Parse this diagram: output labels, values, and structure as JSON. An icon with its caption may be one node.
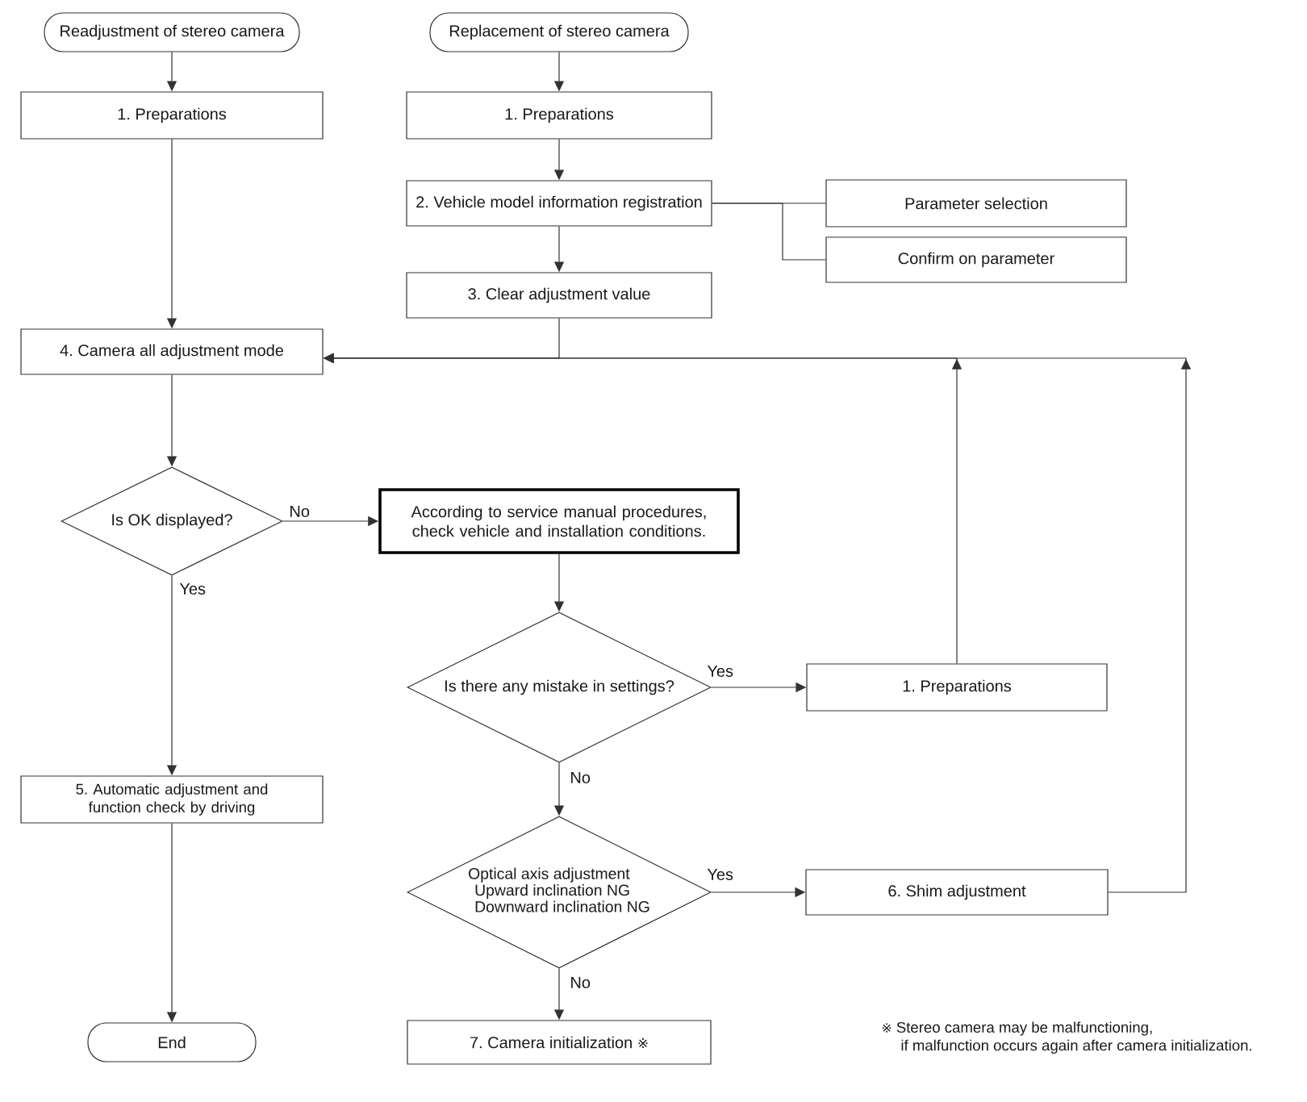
{
  "diagram": {
    "nodes": [
      {
        "text": [
          "Readjustment of stereo camera"
        ]
      },
      {
        "text": [
          "Replacement of stereo camera"
        ]
      },
      {
        "text": [
          "1. Preparations"
        ]
      },
      {
        "text": [
          "1. Preparations"
        ]
      },
      {
        "text": [
          "2. Vehicle model information registration"
        ]
      },
      {
        "text": [
          "Parameter selection"
        ]
      },
      {
        "text": [
          "Confirm on parameter"
        ]
      },
      {
        "text": [
          "3. Clear adjustment value"
        ]
      },
      {
        "text": [
          "4. Camera all adjustment mode"
        ]
      },
      {
        "text": [
          "Is OK displayed?"
        ]
      },
      {
        "text": [
          "According to service manual procedures, check vehicle and installation conditions."
        ]
      },
      {
        "text": [
          "Is there any mistake in settings?"
        ]
      },
      {
        "text": [
          "1. Preparations"
        ]
      },
      {
        "text": [
          "5. Automatic adjustment and function check by driving"
        ]
      },
      {
        "text": [
          "Optical axis adjustment",
          "Upward inclination NG",
          "Downward inclination NG"
        ]
      },
      {
        "text": [
          "6. Shim adjustment"
        ]
      },
      {
        "text": [
          "End"
        ]
      },
      {
        "text": [
          "7. Camera initialization ※"
        ]
      }
    ],
    "edges": [
      {
        "from": 0,
        "to": 2,
        "arrow": "to"
      },
      {
        "from": 1,
        "to": 3,
        "arrow": "to"
      },
      {
        "from": 3,
        "to": 4,
        "arrow": "to"
      },
      {
        "from": 4,
        "to": 5,
        "arrow": "none"
      },
      {
        "from": 4,
        "to": 6,
        "arrow": "none"
      },
      {
        "from": 4,
        "to": 7,
        "arrow": "to"
      },
      {
        "from": 2,
        "to": 8,
        "arrow": "to"
      },
      {
        "from": 7,
        "to": 8,
        "arrow": "to"
      },
      {
        "from": 12,
        "to": 8,
        "arrow": "to"
      },
      {
        "from": 15,
        "to": 8,
        "arrow": "to"
      },
      {
        "from": 8,
        "to": 9,
        "arrow": "to"
      },
      {
        "from": 9,
        "to": 10,
        "arrow": "to",
        "label": "No"
      },
      {
        "from": 9,
        "to": 13,
        "arrow": "to",
        "label": "Yes"
      },
      {
        "from": 10,
        "to": 11,
        "arrow": "to"
      },
      {
        "from": 11,
        "to": 12,
        "arrow": "to",
        "label": "Yes"
      },
      {
        "from": 11,
        "to": 14,
        "arrow": "to",
        "label": "No"
      },
      {
        "from": 14,
        "to": 15,
        "arrow": "to",
        "label": "Yes"
      },
      {
        "from": 14,
        "to": 17,
        "arrow": "to",
        "label": "No"
      },
      {
        "from": 13,
        "to": 16,
        "arrow": "to"
      }
    ],
    "labels": [
      "※ Stereo camera may be malfunctioning, if malfunction occurs again after camera initialization."
    ]
  }
}
